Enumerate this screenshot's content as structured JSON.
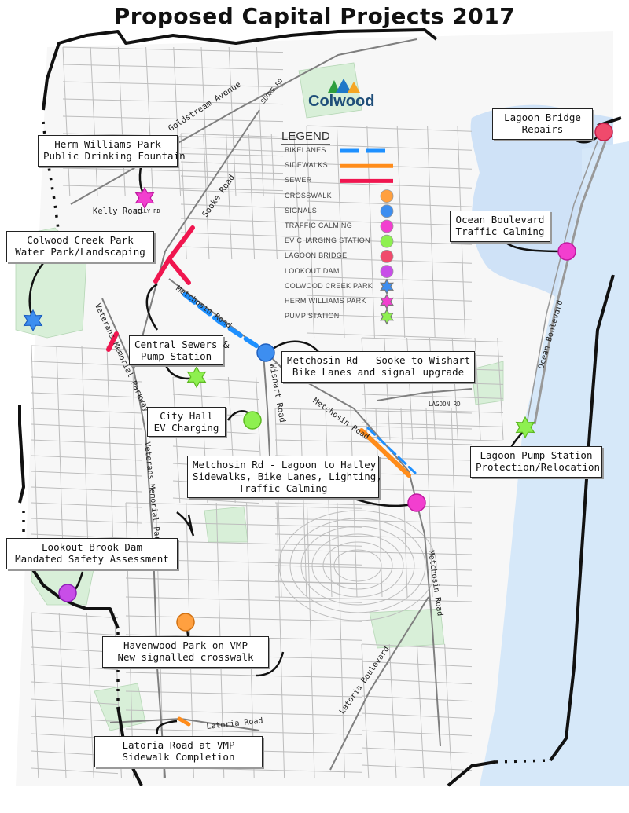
{
  "title": "Proposed Capital Projects 2017",
  "logo_text": "Colwood",
  "legend": {
    "title": "LEGEND",
    "items": [
      {
        "label": "BIKELANES",
        "symbol": "dashed-line",
        "color": "#1e90ff"
      },
      {
        "label": "SIDEWALKS",
        "symbol": "line",
        "color": "#ff8c1a"
      },
      {
        "label": "SEWER",
        "symbol": "line",
        "color": "#f0164f"
      },
      {
        "label": "CROSSWALK",
        "symbol": "circle",
        "color": "#ffa040"
      },
      {
        "label": "SIGNALS",
        "symbol": "circle",
        "color": "#3d8ef0"
      },
      {
        "label": "TRAFFIC CALMING",
        "symbol": "circle",
        "color": "#f23fcf"
      },
      {
        "label": "EV CHARGING STATION",
        "symbol": "circle",
        "color": "#8ef050"
      },
      {
        "label": "LAGOON BRIDGE",
        "symbol": "circle",
        "color": "#f04a6c"
      },
      {
        "label": "LOOKOUT DAM",
        "symbol": "circle",
        "color": "#c84ee8"
      },
      {
        "label": "COLWOOD CREEK PARK",
        "symbol": "star",
        "color": "#3d8ef0"
      },
      {
        "label": "HERM WILLIAMS PARK",
        "symbol": "star",
        "color": "#f23fcf"
      },
      {
        "label": "PUMP STATION",
        "symbol": "star",
        "color": "#8ef050"
      }
    ]
  },
  "callouts": [
    {
      "id": "lagoon-bridge",
      "lines": [
        "Lagoon Bridge",
        "Repairs"
      ]
    },
    {
      "id": "herm-williams",
      "lines": [
        "Herm Williams Park",
        "Public Drinking Fountain"
      ]
    },
    {
      "id": "ocean-blvd",
      "lines": [
        "Ocean Boulevard",
        "Traffic Calming"
      ]
    },
    {
      "id": "colwood-creek",
      "lines": [
        "Colwood Creek Park",
        "Water Park/Landscaping"
      ]
    },
    {
      "id": "central-sewers",
      "lines": [
        "Central Sewers &",
        "Pump Station"
      ]
    },
    {
      "id": "metchosin-sooke",
      "lines": [
        "Metchosin Rd - Sooke to Wishart",
        "Bike Lanes and signal upgrade"
      ]
    },
    {
      "id": "city-hall",
      "lines": [
        "City Hall",
        "EV Charging"
      ]
    },
    {
      "id": "lagoon-pump",
      "lines": [
        "Lagoon Pump Station",
        "Protection/Relocation"
      ]
    },
    {
      "id": "metchosin-lagoon",
      "lines": [
        "Metchosin Rd - Lagoon to Hatley",
        "Sidewalks, Bike Lanes, Lighting,",
        "Traffic Calming"
      ]
    },
    {
      "id": "lookout-brook",
      "lines": [
        "Lookout Brook Dam",
        "Mandated Safety Assessment"
      ]
    },
    {
      "id": "havenwood",
      "lines": [
        "Havenwood Park on VMP",
        "New signalled crosswalk"
      ]
    },
    {
      "id": "latoria-road",
      "lines": [
        "Latoria Road at VMP",
        "Sidewalk Completion"
      ]
    }
  ],
  "road_labels": {
    "goldstream": "Goldstream Avenue",
    "sooke_rd_top": "SOOKE RD",
    "sooke_road": "Sooke Road",
    "kelly_road": "Kelly Road",
    "kelly_rd_small": "KELLY RD",
    "metchosin_road_1": "Metchosin Road",
    "metchosin_road_2": "Metchosin Road",
    "metchosin_road_3": "Metchosin Road",
    "wishart_road": "Wishart Road",
    "veterans_1": "Veterans Memorial Parkway",
    "veterans_2": "Veterans Memorial Parkway",
    "lagoon_road": "LAGOON RD",
    "ocean_boulevard": "Ocean Boulevard",
    "latoria_boulevard": "Latoria Boulevard",
    "latoria_road": "Latoria Road"
  },
  "colors": {
    "water": "#cfe2f7",
    "park": "#d8efd8",
    "street": "#bdbdbd",
    "boundary": "#111111"
  }
}
